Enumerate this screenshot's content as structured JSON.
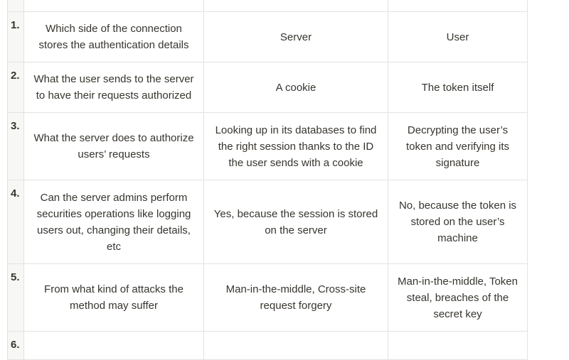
{
  "rows": [
    {
      "num": "1.",
      "question": "Which side of the connection stores the authentication details",
      "session": "Server",
      "token": "User"
    },
    {
      "num": "2.",
      "question": "What the user sends to the server to have their requests authorized",
      "session": "A cookie",
      "token": "The token itself"
    },
    {
      "num": "3.",
      "question": "What the server does to authorize users’ requests",
      "session": "Looking up in its databases to find the right session thanks to the ID the user sends with a cookie",
      "token": "Decrypting the user’s token and verifying its signature"
    },
    {
      "num": "4.",
      "question": "Can the server admins perform securities operations like logging users out, changing their details, etc",
      "session": "Yes, because the session is stored on the server",
      "token": "No, because the token is stored on the user’s machine"
    },
    {
      "num": "5.",
      "question": "From what kind of attacks the method may suffer",
      "session": "Man-in-the-middle, Cross-site request forgery",
      "token": "Man-in-the-middle, Token steal, breaches of the secret key"
    },
    {
      "num": "6.",
      "question": "",
      "session": "",
      "token": ""
    }
  ],
  "colors": {
    "border": "#e3e3e1",
    "number_column_bg": "#f7f7f5",
    "text": "#37352f"
  }
}
